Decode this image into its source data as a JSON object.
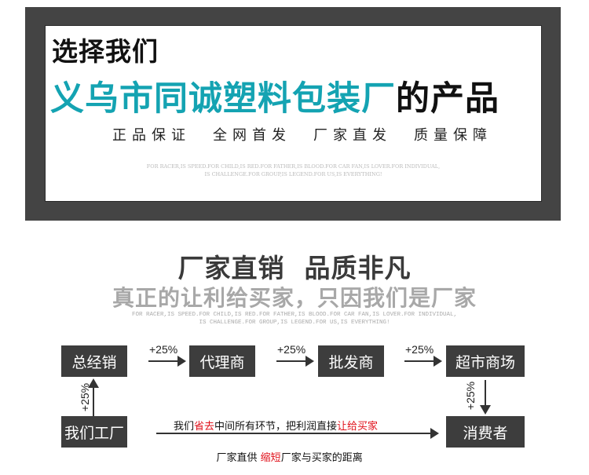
{
  "banner": {
    "choose": "选择我们",
    "company": "义乌市同诚塑料包装厂",
    "suffix": "的产品",
    "features": [
      "正品保证",
      "全网首发",
      "厂家直发",
      "质量保障"
    ],
    "motto_line1": "FOR RACER,IS SPEED.FOR CHILD,IS RED.FOR FATHER,IS BLOOD.FOR CAR FAN,IS LOVER.FOR INDIVIDUAL,",
    "motto_line2": "IS CHALLENGE.FOR GROUP,IS LEGEND.FOR US,IS EVERYTHING!"
  },
  "section": {
    "title": "厂家直销  品质非凡",
    "subtitle": "真正的让利给买家，只因我们是厂家",
    "motto_line1": "FOR RACER,IS SPEED.FOR CHILD,IS RED.FOR FATHER,IS BLOOD.FOR CAR FAN,IS LOVER.FOR INDIVIDUAL,",
    "motto_line2": "IS CHALLENGE.FOR GROUP,IS LEGEND.FOR US,IS EVERYTHING!"
  },
  "flow": {
    "boxes": {
      "general_distributor": "总经销",
      "agent": "代理商",
      "wholesaler": "批发商",
      "supermarket": "超市商场",
      "factory": "我们工厂",
      "consumer": "消费者"
    },
    "markup": "+25%",
    "note1": {
      "a": "我们",
      "b": "省去",
      "c": "中间所有环节，把利润直接",
      "d": "让给买家"
    },
    "note2": {
      "a": "厂家直供 ",
      "b": "缩短",
      "c": "厂家与买家的距离"
    },
    "colors": {
      "box": "#3d3d3d",
      "highlight": "#e0101a",
      "brand": "#14a3b2"
    }
  }
}
